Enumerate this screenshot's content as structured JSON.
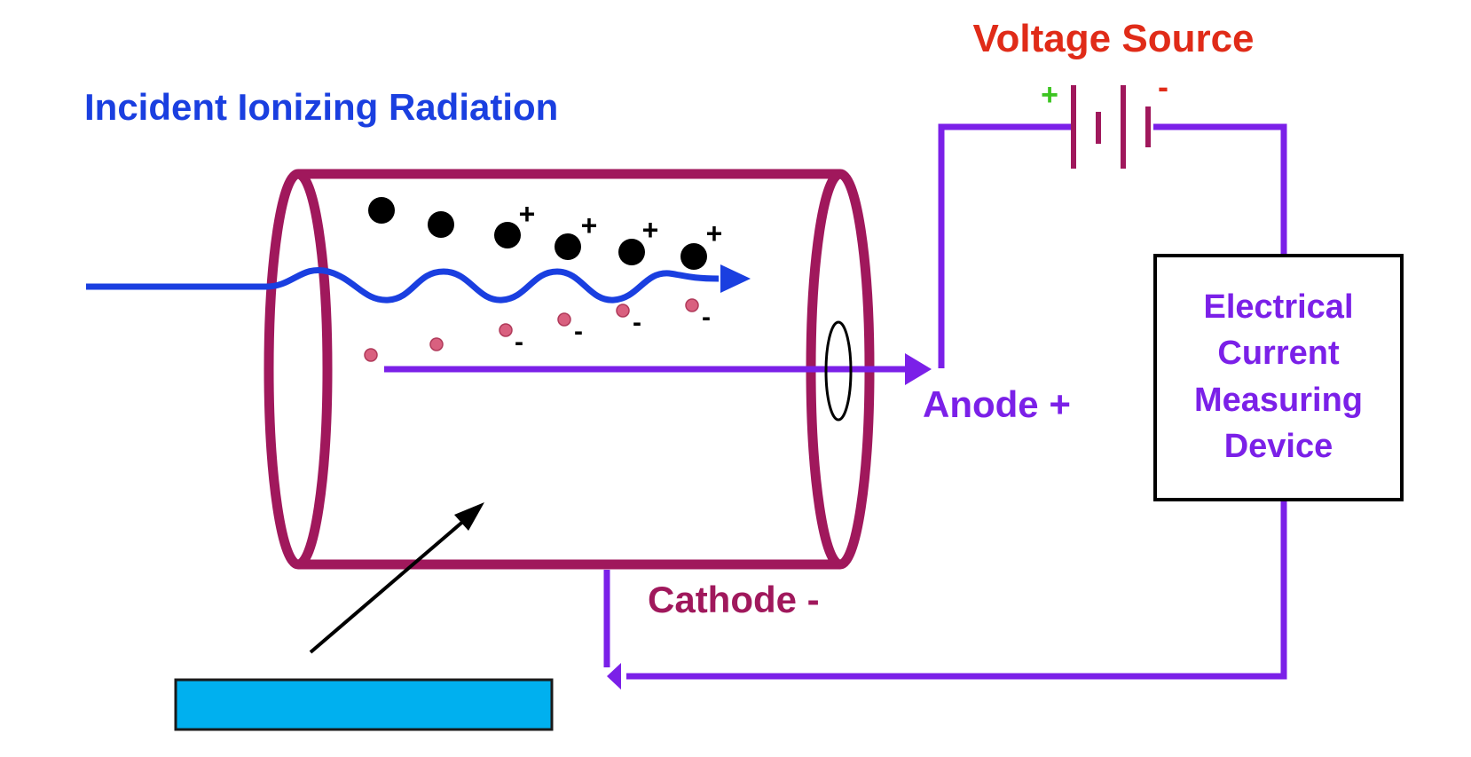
{
  "labels": {
    "voltage_source": "Voltage Source",
    "incident_radiation": "Incident Ionizing Radiation",
    "anode": "Anode +",
    "cathode": "Cathode -",
    "device_line1": "Electrical",
    "device_line2": "Current",
    "device_line3": "Measuring",
    "device_line4": "Device"
  },
  "battery": {
    "positive_sign": "+",
    "negative_sign": "-"
  },
  "ion_sign": "+",
  "electron_sign": "-",
  "colors": {
    "tube": "#a0185c",
    "circuit": "#7b20e8",
    "radiation": "#1a3fe0",
    "voltage_label": "#e02b18",
    "battery_positive": "#3cc421",
    "electron": "#d9607f",
    "hidden_label_box": "#00b0ef"
  }
}
